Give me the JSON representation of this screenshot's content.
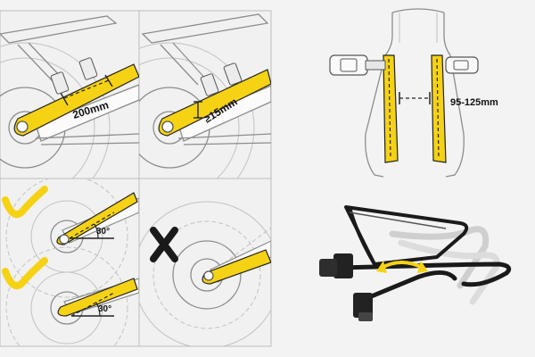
{
  "colors": {
    "accent": "#f5d214",
    "ink": "#1a1a1a",
    "line": "#8d8d8d",
    "panel_bg": "#f1f1f1",
    "page_bg": "#f3f3f3"
  },
  "panels": {
    "top_left": {
      "dimension_label": "200mm"
    },
    "top_mid": {
      "dimension_label": "≥15mm"
    },
    "bottom_left": {
      "status_icon": "check-icon",
      "upper_angle_label": "30°",
      "lower_angle_label": "30°"
    },
    "bottom_mid": {
      "status_icon": "cross-icon"
    },
    "frame_top": {
      "dimension_label": "95-125mm"
    },
    "mount_bottom": {
      "icon": "swing-arrow-icon"
    }
  }
}
